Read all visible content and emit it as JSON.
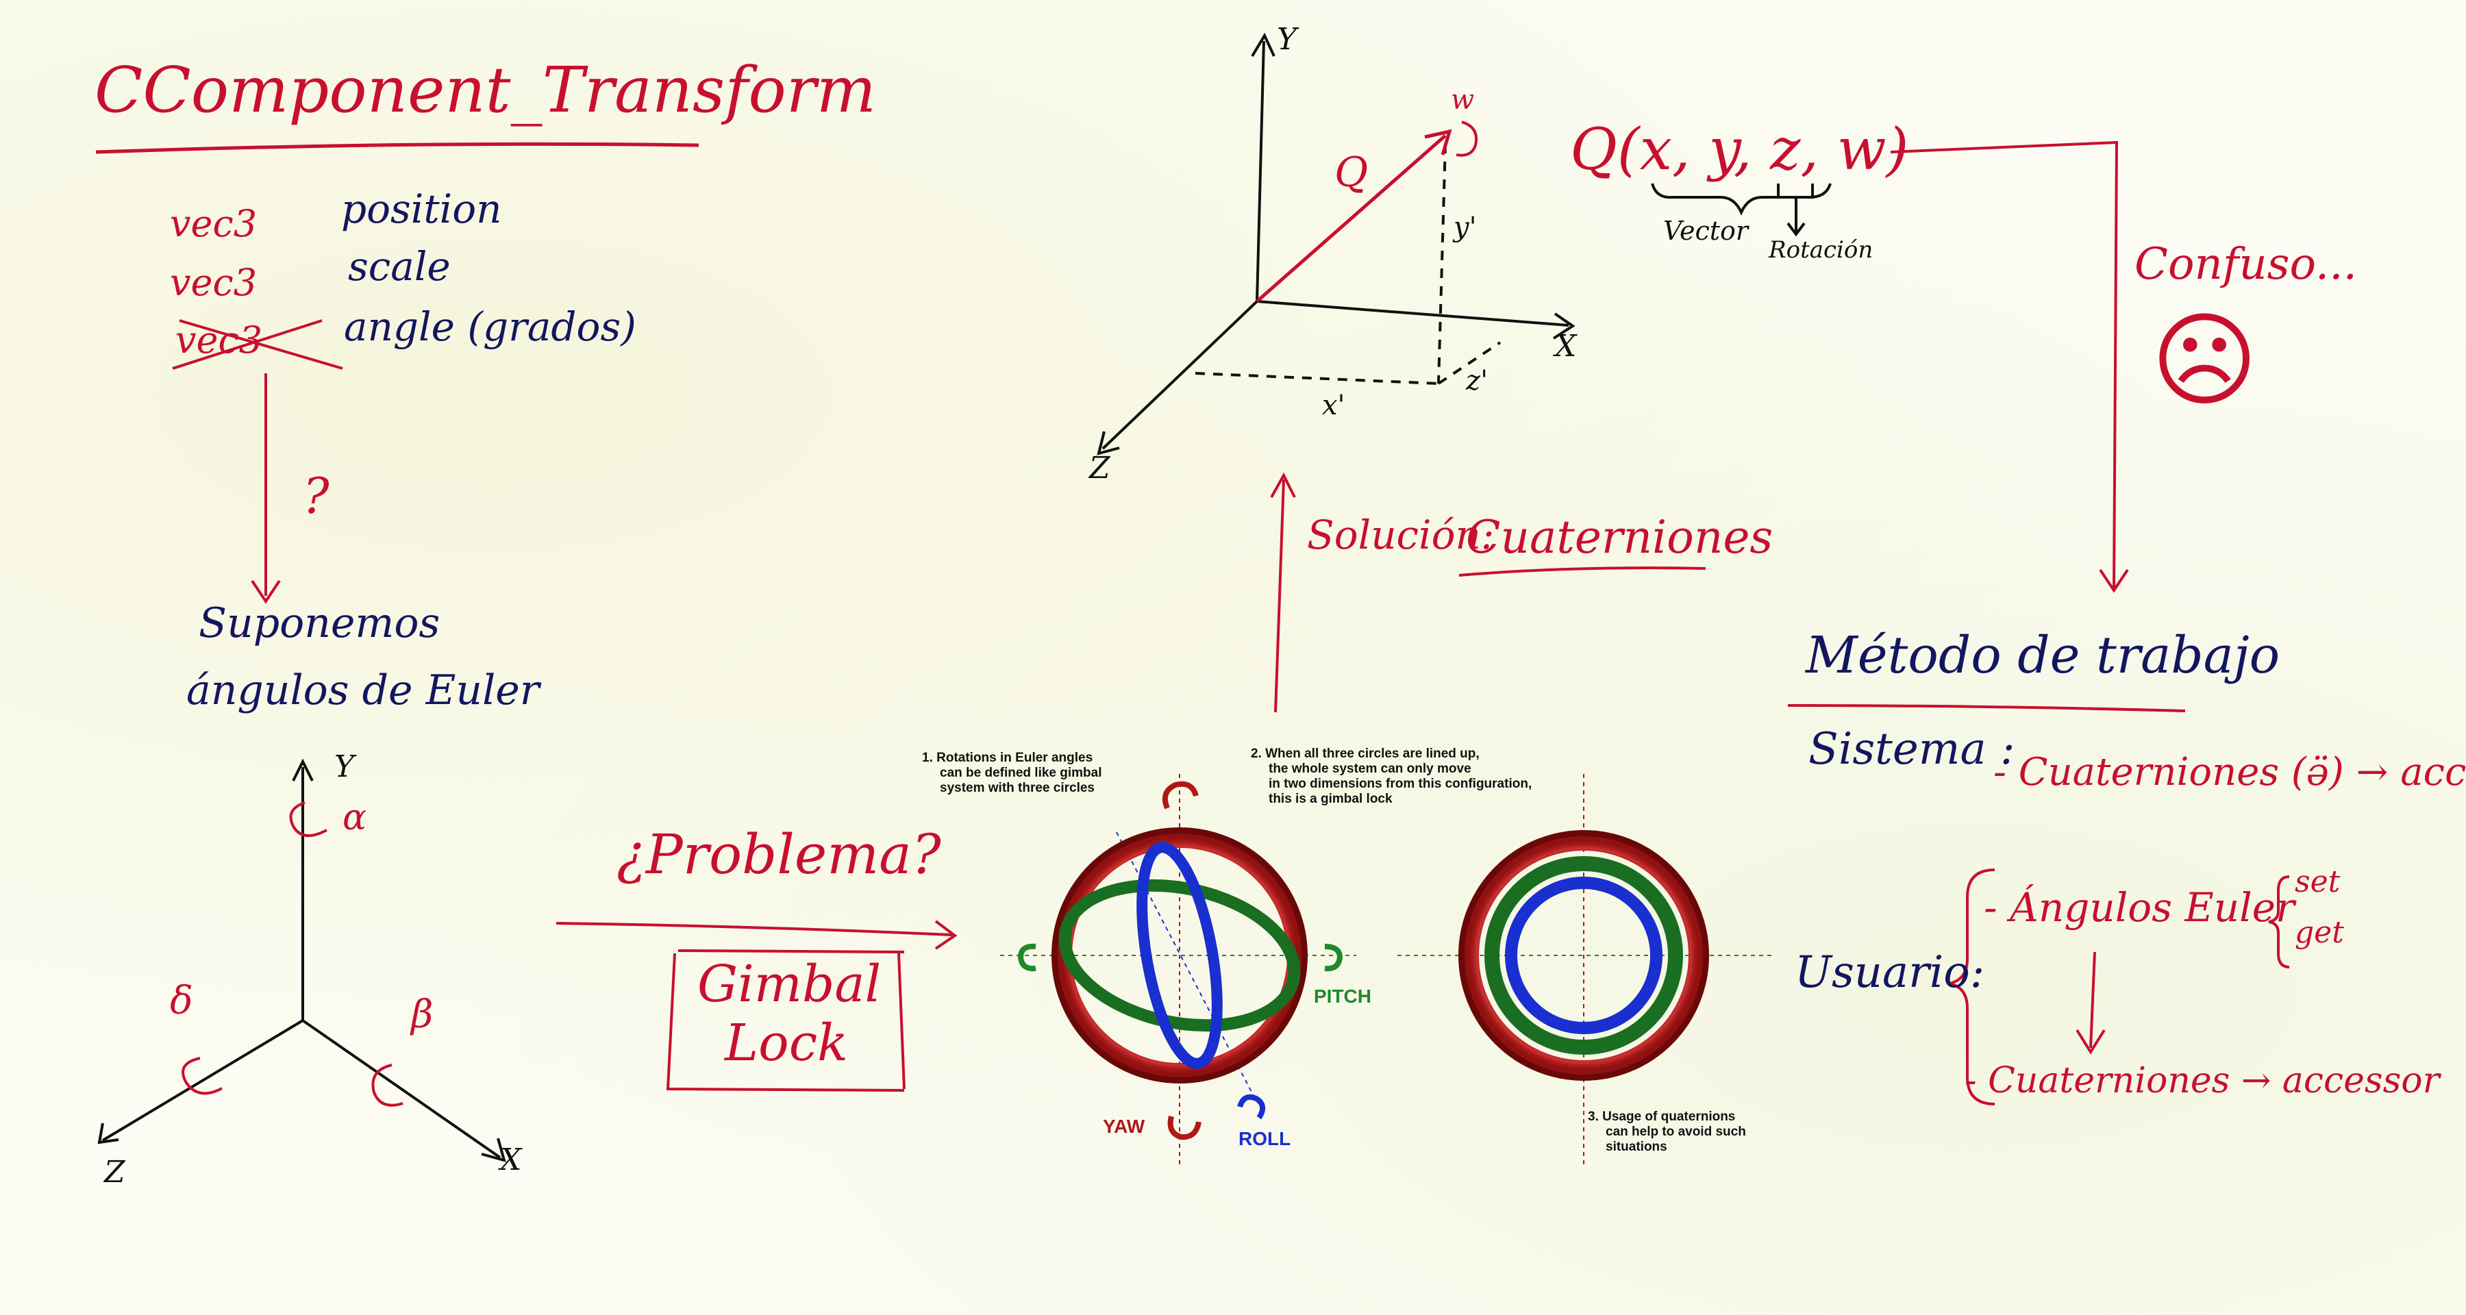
{
  "title": "CComponent_Transform",
  "members": [
    {
      "type": "vec3",
      "name": "position",
      "crossed": false
    },
    {
      "type": "vec3",
      "name": "scale",
      "crossed": false
    },
    {
      "type": "vec3",
      "name": "angle (grados)",
      "crossed": true
    }
  ],
  "question_mark": "?",
  "assumption": {
    "line1": "Suponemos",
    "line2": "ángulos de Euler"
  },
  "euler_axes": {
    "x": "X",
    "y": "Y",
    "z": "Z",
    "alpha": "α",
    "beta": "β",
    "delta": "δ"
  },
  "problem": {
    "label": "¿Problema?",
    "box_line1": "Gimbal",
    "box_line2": "Lock"
  },
  "gimbal_figure": {
    "caption1": [
      "1. Rotations in Euler angles",
      "can be defined like gimbal",
      "system with three circles"
    ],
    "caption2": [
      "2. When all three circles are lined up,",
      "the whole system can only move",
      "in two dimensions from this configuration,",
      "this is a gimbal lock"
    ],
    "caption3": [
      "3. Usage of quaternions",
      "can help to avoid such",
      "situations"
    ],
    "labels": {
      "yaw": "YAW",
      "pitch": "PITCH",
      "roll": "ROLL"
    },
    "colors": {
      "yaw": "#b01818",
      "pitch": "#1e8a2a",
      "roll": "#1a2fd0"
    }
  },
  "solution": {
    "label": "Solución:",
    "value": "Cuaterniones"
  },
  "quat_axes": {
    "x": "X",
    "y": "Y",
    "z": "Z",
    "q": "Q",
    "w": "w",
    "xp": "x'",
    "yp": "y'",
    "zp": "z'"
  },
  "quaternion": {
    "formula": "Q(x, y, z, w)",
    "vector_label": "Vector",
    "rotation_label": "Rotación"
  },
  "confusion": {
    "text": "Confuso...",
    "face": "☹"
  },
  "method": {
    "title": "Método de trabajo",
    "system_label": "Sistema :",
    "system_value": "- Cuaterniones (ӛ) → accesor",
    "user_label": "Usuario:",
    "user_items": [
      "- Ángulos Euler",
      "- Cuaterniones → accessor"
    ],
    "user_ops": [
      "set",
      "get"
    ]
  },
  "colors": {
    "red_ink": "#c8102e",
    "navy_ink": "#13165f",
    "black_ink": "#111111"
  }
}
